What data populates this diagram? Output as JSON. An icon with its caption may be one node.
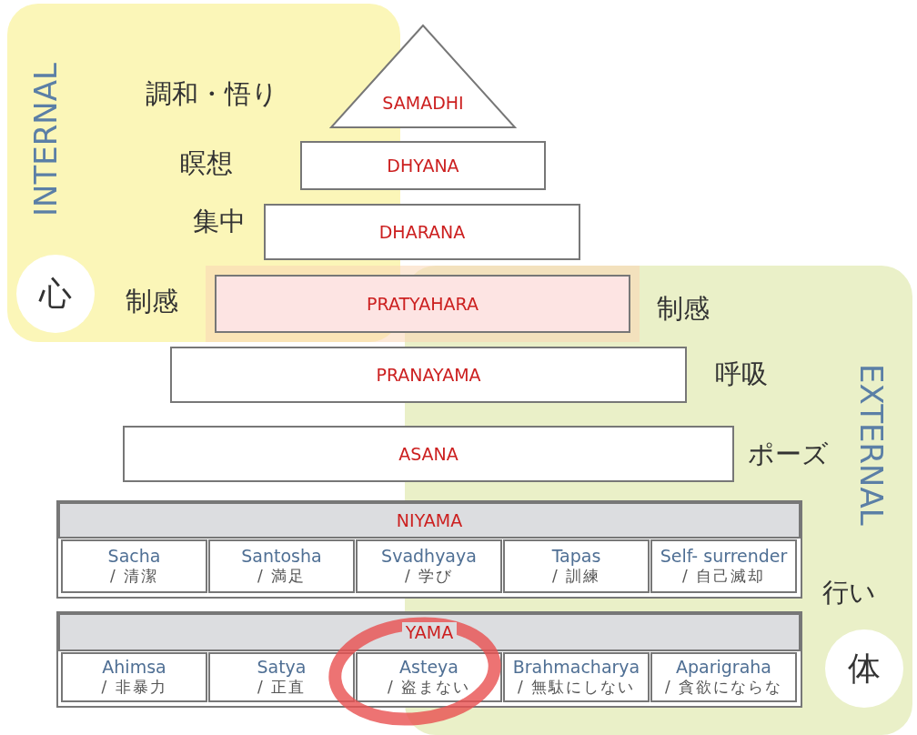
{
  "diagram": {
    "nodes": [
      {
        "text": [
          "心"
        ]
      },
      {
        "text": [
          "SAMADHI"
        ],
        "beside": [
          "調和・悟り"
        ]
      },
      {
        "text": [
          "DHYANA"
        ],
        "beside": [
          "瞑想"
        ]
      },
      {
        "text": [
          "DHARANA"
        ],
        "beside": [
          "集中"
        ]
      },
      {
        "text": [
          "PRATYAHARA"
        ],
        "beside": [
          "制感",
          "制感"
        ]
      },
      {
        "text": [
          "PRANAYAMA"
        ],
        "beside": [
          "呼吸"
        ]
      },
      {
        "text": [
          "ASANA"
        ],
        "beside": [
          "ポーズ"
        ]
      },
      {
        "text": [
          "NIYAMA"
        ]
      },
      {
        "text": [
          "Sacha",
          "/ 清潔"
        ],
        "in": 7
      },
      {
        "text": [
          "Santosha",
          "/ 満足"
        ],
        "in": 7
      },
      {
        "text": [
          "Svadhyaya",
          "/ 学び"
        ],
        "in": 7
      },
      {
        "text": [
          "Tapas",
          "/ 訓練"
        ],
        "in": 7
      },
      {
        "text": [
          "Self- surrender",
          "/ 自己滅却"
        ],
        "in": 7
      },
      {
        "text": [
          "YAMA"
        ]
      },
      {
        "text": [
          "Ahimsa",
          "/ 非暴力"
        ],
        "in": 13
      },
      {
        "text": [
          "Satya",
          "/ 正直"
        ],
        "in": 13
      },
      {
        "text": [
          "Asteya",
          "/ 盗まない"
        ],
        "in": 13
      },
      {
        "text": [
          "Brahmacharya",
          "/ 無駄にしない"
        ],
        "in": 13
      },
      {
        "text": [
          "Aparigraha",
          "/ 貪欲にならな"
        ],
        "in": 13
      },
      {
        "text": [
          "体"
        ]
      }
    ],
    "edges": [],
    "labels": [
      "INTERNAL",
      "EXTERNAL",
      "行い"
    ]
  }
}
